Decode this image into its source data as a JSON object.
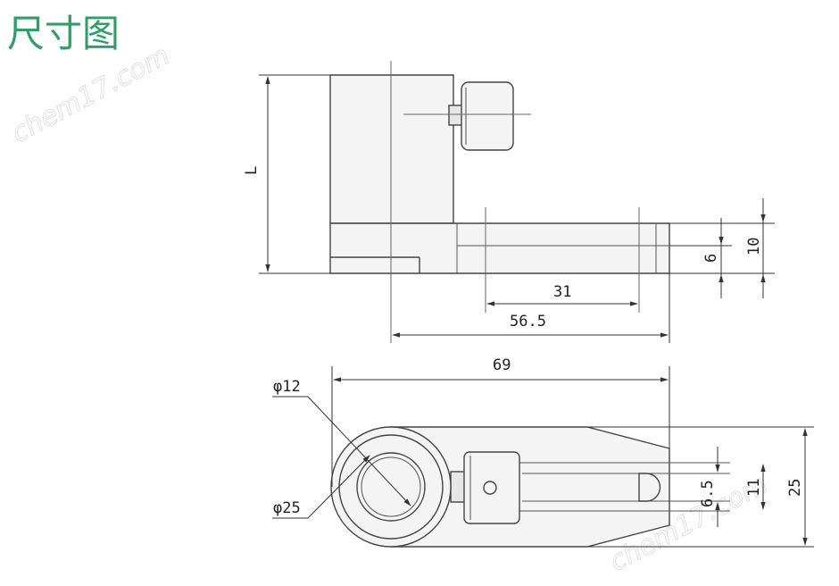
{
  "title": "尺寸图",
  "watermark": "chem17.com",
  "colors": {
    "title": "#2f9e6a",
    "line": "#444444"
  },
  "dimensions": {
    "height": "L",
    "base_thickness": "10",
    "slot_height": "6",
    "slot_length": "31",
    "slot_offset": "56.5",
    "total_length": "69",
    "inner_diameter": "φ12",
    "outer_diameter": "φ25",
    "slot_width_inner": "6.5",
    "slot_width_outer": "11",
    "width": "25"
  }
}
